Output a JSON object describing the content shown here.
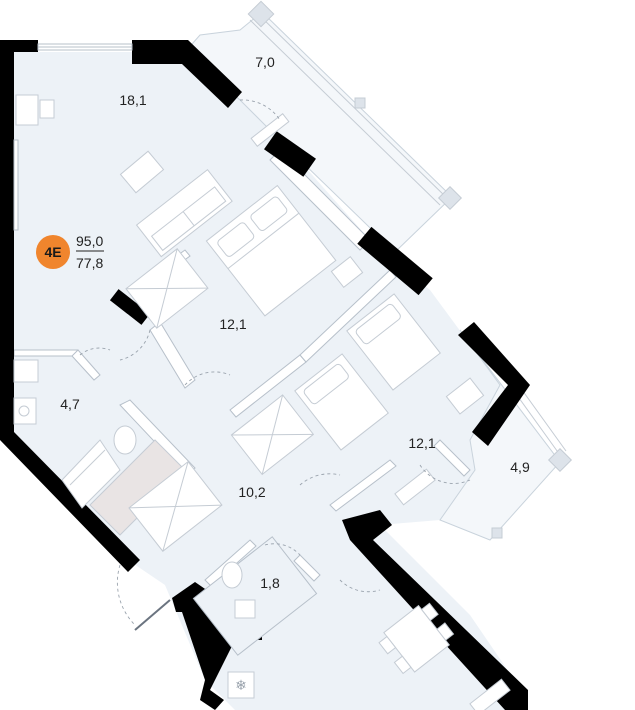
{
  "apartment": {
    "code": "4E",
    "total_area": "95,0",
    "living_area": "77,8",
    "badge_color": "#f0852d"
  },
  "rooms": [
    {
      "id": "living",
      "area": "18,1"
    },
    {
      "id": "balcony-top",
      "area": "7,0"
    },
    {
      "id": "bedroom-1",
      "area": "12,1"
    },
    {
      "id": "bathroom",
      "area": "4,7"
    },
    {
      "id": "bedroom-2",
      "area": "12,1"
    },
    {
      "id": "balcony-right",
      "area": "4,9"
    },
    {
      "id": "hallway",
      "area": "10,2"
    },
    {
      "id": "wc",
      "area": "1,8"
    }
  ],
  "colors": {
    "floor": "#edf2f7",
    "balcony": "#f4f7fa",
    "wall": "#000000",
    "furniture_stroke": "#c5ccd4"
  }
}
